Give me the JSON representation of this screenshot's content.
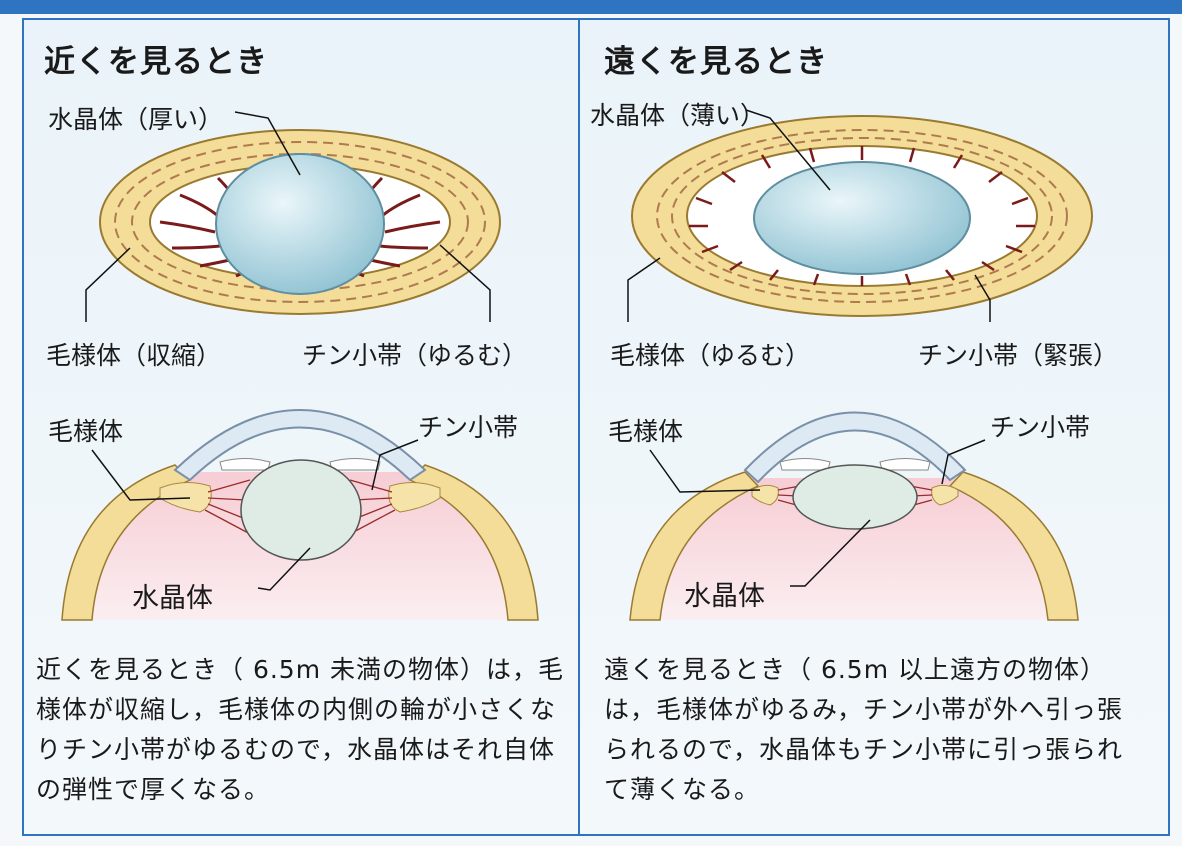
{
  "left": {
    "title": "近くを見るとき",
    "lens_top": "水晶体（厚い）",
    "ciliary_top": "毛様体（収縮）",
    "zonule_top": "チン小帯（ゆるむ）",
    "ciliary_side": "毛様体",
    "zonule_side": "チン小帯",
    "lens_side": "水晶体",
    "description": "近くを見るとき（ 6.5m 未満の物体）は，毛様体が収縮し，毛様体の内側の輪が小さくなりチン小帯がゆるむので，水晶体はそれ自体の弾性で厚くなる。"
  },
  "right": {
    "title": "遠くを見るとき",
    "lens_top": "水晶体（薄い）",
    "ciliary_top": "毛様体（ゆるむ）",
    "zonule_top": "チン小帯（緊張）",
    "ciliary_side": "毛様体",
    "zonule_side": "チン小帯",
    "lens_side": "水晶体",
    "description": "遠くを見るとき（ 6.5m 以上遠方の物体）は，毛様体がゆるみ，チン小帯が外へ引っ張られるので，水晶体もチン小帯に引っ張られて薄くなる。"
  },
  "colors": {
    "frame": "#2f74c0",
    "ciliary": "#f5e4a6",
    "lens": "#bcdde6",
    "zonule": "#7a1a1a",
    "vitreous": "#f3c8cf"
  }
}
